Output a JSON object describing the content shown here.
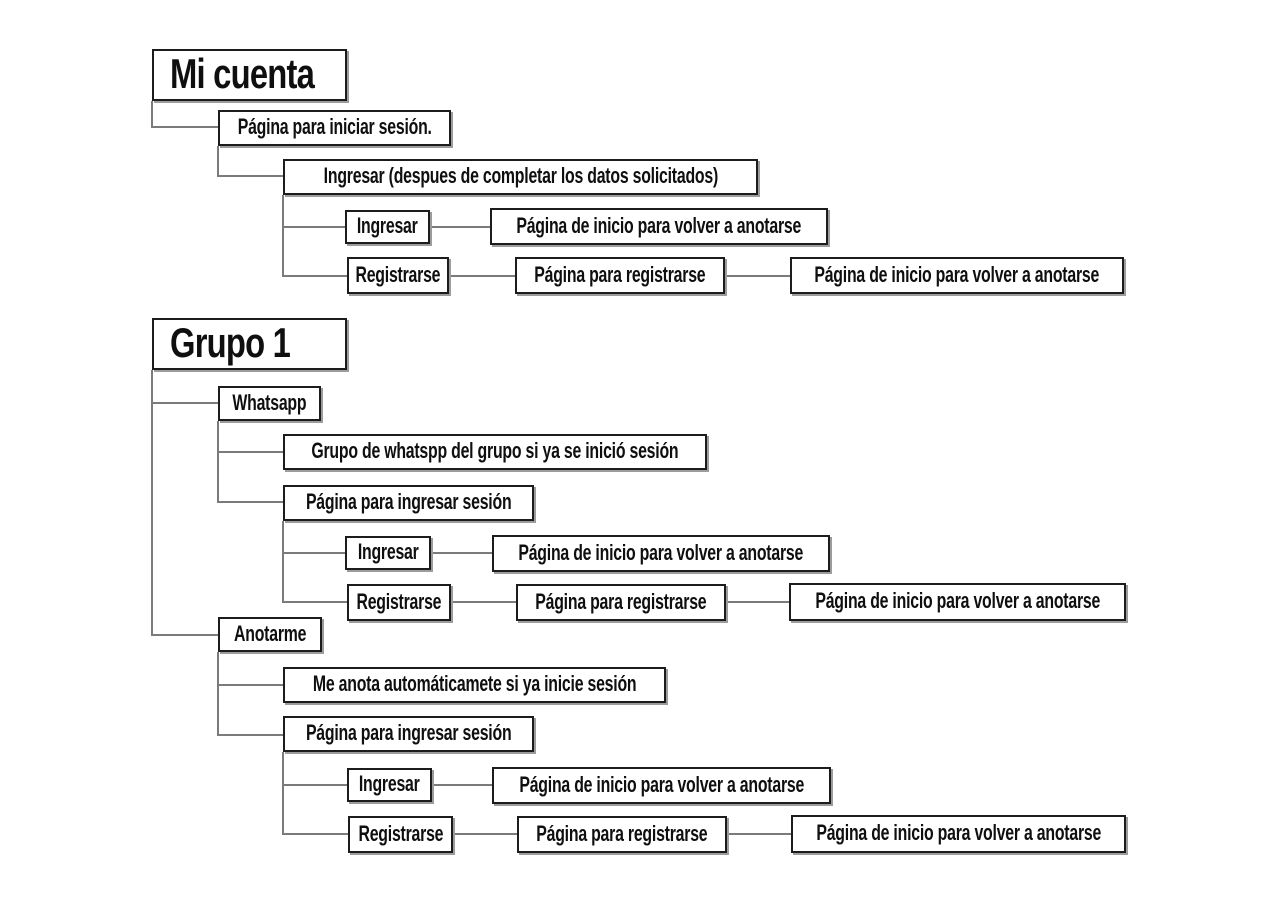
{
  "diagram": {
    "type": "sitemap-tree",
    "colors": {
      "background": "#ffffff",
      "box_border": "#1c1c1c",
      "box_shadow": "#9c9c9c",
      "connector_line": "#7b7b7b",
      "text": "#0f0f0f"
    },
    "tree": [
      {
        "label": "Mi cuenta",
        "children": [
          {
            "label": "Página para iniciar sesión.",
            "children": [
              {
                "label": "Ingresar (despues de completar los datos solicitados)",
                "children": [
                  {
                    "label": "Ingresar",
                    "children": [
                      {
                        "label": "Página de inicio para volver a anotarse"
                      }
                    ]
                  },
                  {
                    "label": "Registrarse",
                    "children": [
                      {
                        "label": "Página para registrarse",
                        "children": [
                          {
                            "label": "Página de inicio para volver a anotarse"
                          }
                        ]
                      }
                    ]
                  }
                ]
              }
            ]
          }
        ]
      },
      {
        "label": "Grupo 1",
        "children": [
          {
            "label": "Whatsapp",
            "children": [
              {
                "label": "Grupo de whatspp del grupo si ya se inició sesión"
              },
              {
                "label": "Página para ingresar sesión",
                "children": [
                  {
                    "label": "Ingresar",
                    "children": [
                      {
                        "label": "Página de inicio para volver a anotarse"
                      }
                    ]
                  },
                  {
                    "label": "Registrarse",
                    "children": [
                      {
                        "label": "Página para registrarse",
                        "children": [
                          {
                            "label": "Página de inicio para volver a anotarse"
                          }
                        ]
                      }
                    ]
                  }
                ]
              }
            ]
          },
          {
            "label": "Anotarme",
            "children": [
              {
                "label": "Me anota automáticamete si ya inicie sesión"
              },
              {
                "label": "Página para ingresar sesión",
                "children": [
                  {
                    "label": "Ingresar",
                    "children": [
                      {
                        "label": "Página de inicio para volver a anotarse"
                      }
                    ]
                  },
                  {
                    "label": "Registrarse",
                    "children": [
                      {
                        "label": "Página para registrarse",
                        "children": [
                          {
                            "label": "Página de inicio para volver a anotarse"
                          }
                        ]
                      }
                    ]
                  }
                ]
              }
            ]
          }
        ]
      }
    ]
  }
}
